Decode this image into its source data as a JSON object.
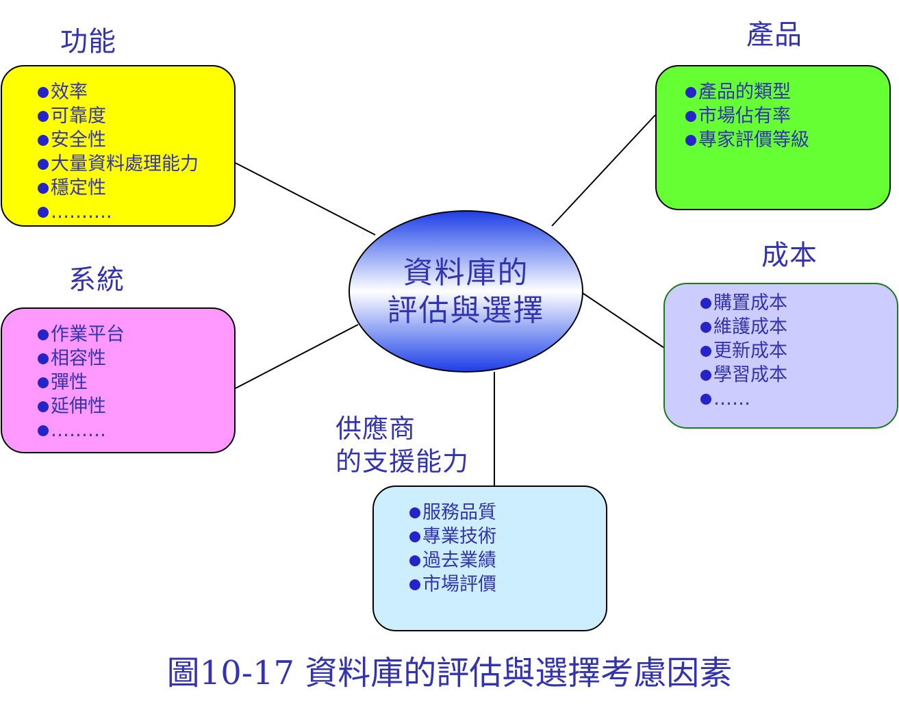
{
  "center": {
    "line1": "資料庫的",
    "line2": "評估與選擇"
  },
  "groups": {
    "function": {
      "title": "功能",
      "color": "#ffff00",
      "items": [
        "效率",
        "可靠度",
        "安全性",
        "大量資料處理能力",
        "穩定性",
        "………."
      ]
    },
    "product": {
      "title": "產品",
      "color": "#66ff33",
      "items": [
        "產品的類型",
        "市場佔有率",
        "專家評價等級"
      ]
    },
    "cost": {
      "title": "成本",
      "color": "#ccccff",
      "items": [
        "購置成本",
        "維護成本",
        "更新成本",
        "學習成本",
        "……"
      ]
    },
    "system": {
      "title": "系統",
      "color": "#ff99ff",
      "items": [
        "作業平台",
        "相容性",
        "彈性",
        "延伸性",
        "………"
      ]
    },
    "vendor": {
      "title_line1": "供應商",
      "title_line2": "的支援能力",
      "color": "#cceeff",
      "items": [
        "服務品質",
        "專業技術",
        "過去業績",
        "市場評價"
      ]
    }
  },
  "caption": "圖10-17 資料庫的評估與選擇考慮因素"
}
